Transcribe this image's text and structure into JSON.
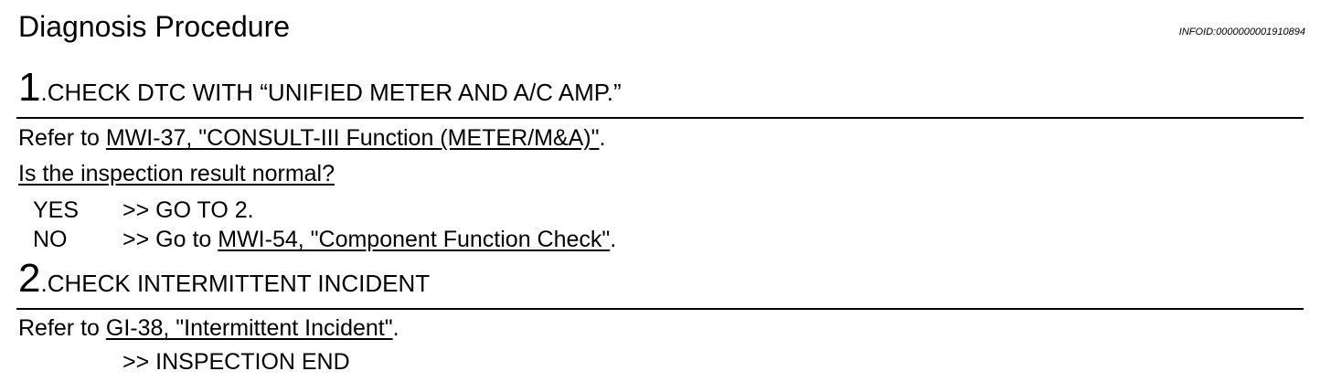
{
  "header": {
    "title": "Diagnosis Procedure",
    "info_id": "INFOID:0000000001910894"
  },
  "step1": {
    "number": "1",
    "dot": ".",
    "heading": "CHECK DTC WITH “UNIFIED METER AND A/C AMP.”",
    "refer_prefix": "Refer to ",
    "refer_link": "MWI-37, \"CONSULT-III Function (METER/M&A)\"",
    "refer_suffix": ".",
    "question": "Is the inspection result normal?",
    "yes_label": "YES",
    "yes_action": ">> GO TO 2.",
    "no_label": "NO",
    "no_action_prefix": ">> Go to ",
    "no_link": "MWI-54, \"Component Function Check\"",
    "no_suffix": "."
  },
  "step2": {
    "number": "2",
    "dot": ".",
    "heading": "CHECK INTERMITTENT INCIDENT",
    "refer_prefix": "Refer to ",
    "refer_link": "GI-38, \"Intermittent Incident\"",
    "refer_suffix": ".",
    "end_action": ">> INSPECTION END"
  }
}
